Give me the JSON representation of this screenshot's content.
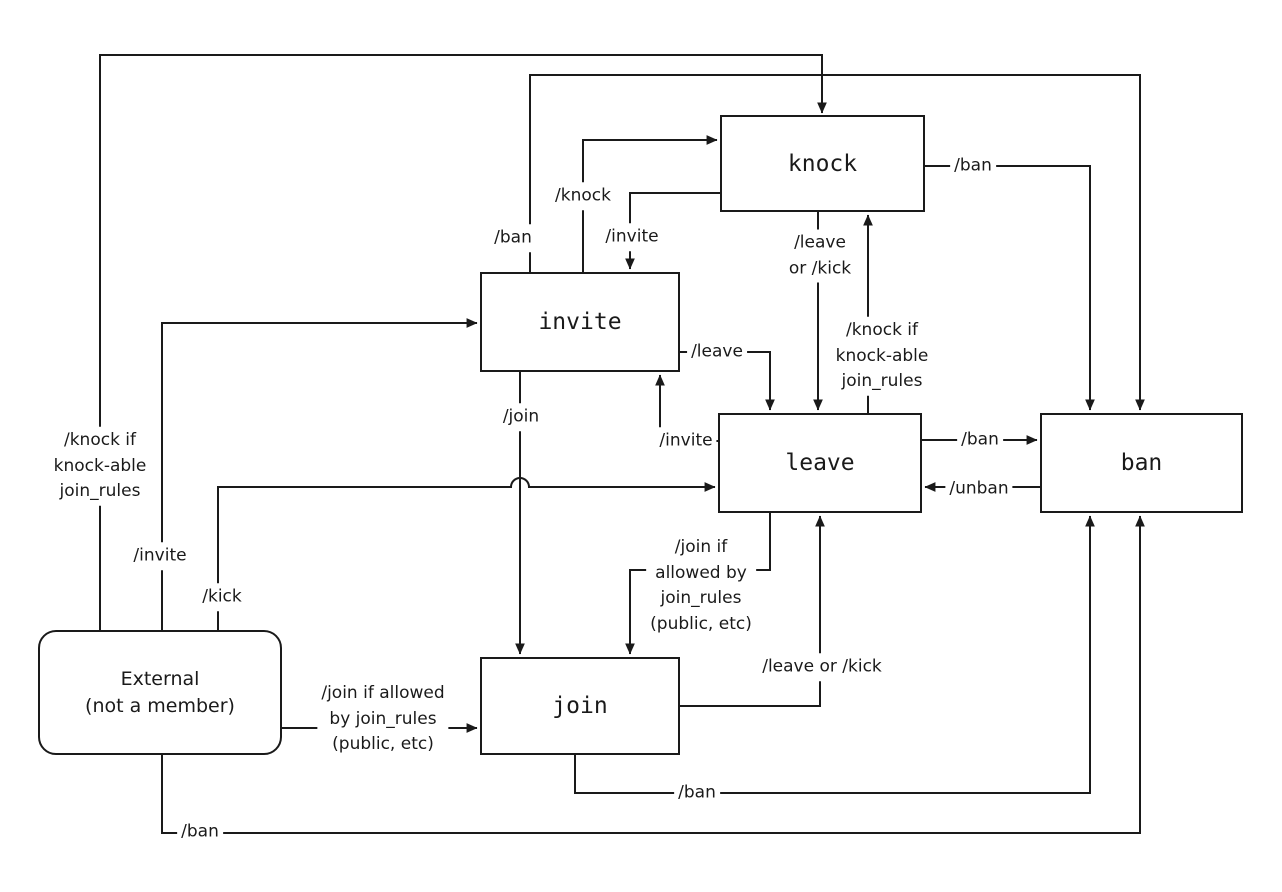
{
  "diagram": {
    "type": "state-machine",
    "background_color": "#ffffff",
    "line_color": "#1a1a1a",
    "nodes": {
      "knock": {
        "label": "knock"
      },
      "invite": {
        "label": "invite"
      },
      "leave": {
        "label": "leave"
      },
      "ban": {
        "label": "ban"
      },
      "join": {
        "label": "join"
      },
      "external": {
        "label": "External\n(not a member)"
      }
    },
    "edge_labels": {
      "external_to_knock": "/knock if\nknock-able\njoin_rules",
      "external_to_invite": "/invite",
      "external_to_leave": "/kick",
      "external_to_join": "/join if allowed\nby join_rules\n(public, etc)",
      "external_to_ban": "/ban",
      "invite_to_knock": "/knock",
      "knock_to_invite": "/invite",
      "invite_to_ban": "/ban",
      "knock_to_ban": "/ban",
      "knock_to_leave": "/leave\nor /kick",
      "leave_to_knock": "/knock if\nknock-able\njoin_rules",
      "invite_to_join": "/join",
      "invite_to_leave": "/leave",
      "leave_to_invite": "/invite",
      "leave_to_ban": "/ban",
      "ban_to_leave": "/unban",
      "leave_to_join": "/join if\nallowed by\njoin_rules\n(public, etc)",
      "join_to_leave": "/leave or /kick",
      "join_to_ban": "/ban"
    },
    "transitions": [
      {
        "from": "External (not a member)",
        "to": "knock",
        "label": "/knock if knock-able join_rules"
      },
      {
        "from": "External (not a member)",
        "to": "invite",
        "label": "/invite"
      },
      {
        "from": "External (not a member)",
        "to": "leave",
        "label": "/kick"
      },
      {
        "from": "External (not a member)",
        "to": "join",
        "label": "/join if allowed by join_rules (public, etc)"
      },
      {
        "from": "External (not a member)",
        "to": "ban",
        "label": "/ban"
      },
      {
        "from": "invite",
        "to": "knock",
        "label": "/knock"
      },
      {
        "from": "knock",
        "to": "invite",
        "label": "/invite"
      },
      {
        "from": "invite",
        "to": "ban",
        "label": "/ban"
      },
      {
        "from": "knock",
        "to": "ban",
        "label": "/ban"
      },
      {
        "from": "knock",
        "to": "leave",
        "label": "/leave or /kick"
      },
      {
        "from": "leave",
        "to": "knock",
        "label": "/knock if knock-able join_rules"
      },
      {
        "from": "invite",
        "to": "join",
        "label": "/join"
      },
      {
        "from": "invite",
        "to": "leave",
        "label": "/leave"
      },
      {
        "from": "leave",
        "to": "invite",
        "label": "/invite"
      },
      {
        "from": "leave",
        "to": "ban",
        "label": "/ban"
      },
      {
        "from": "ban",
        "to": "leave",
        "label": "/unban"
      },
      {
        "from": "leave",
        "to": "join",
        "label": "/join if allowed by join_rules (public, etc)"
      },
      {
        "from": "join",
        "to": "leave",
        "label": "/leave or /kick"
      },
      {
        "from": "join",
        "to": "ban",
        "label": "/ban"
      }
    ]
  }
}
